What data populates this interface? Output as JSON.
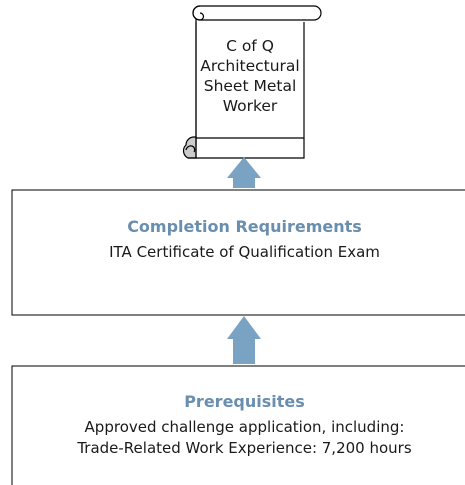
{
  "certificate": {
    "lines": [
      "C of Q",
      "Architectural",
      "Sheet Metal",
      "Worker"
    ]
  },
  "completion": {
    "title": "Completion Requirements",
    "text": "ITA Certificate of Qualification Exam"
  },
  "prerequisites": {
    "title": "Prerequisites",
    "lines": [
      "Approved challenge application, including:",
      "Trade-Related Work Experience: 7,200 hours"
    ]
  },
  "colors": {
    "accent": "#6a8eae",
    "arrow": "#7aa3c3",
    "border": "#000000"
  }
}
